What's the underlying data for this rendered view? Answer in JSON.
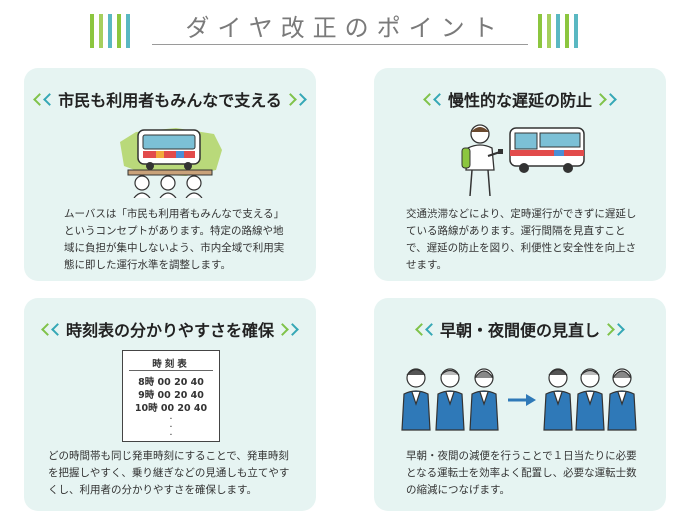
{
  "header": {
    "title": "ダイヤ改正のポイント",
    "stripe_colors": [
      "#8cc63f",
      "#a6cf5e",
      "#5ab8c2",
      "#8cc63f",
      "#5ab8c2"
    ]
  },
  "colors": {
    "card_bg": "#e6f4f2",
    "chevron_green": "#7fc34a",
    "chevron_teal": "#35a8b6",
    "accent_blue": "#2f79b8"
  },
  "cards": [
    {
      "title": "市民も利用者もみんなで支える",
      "body": "ムーバスは「市民も利用者もみんなで支える」というコンセプトがあります。特定の路線や地域に負担が集中しないよう、市内全域で利用実態に即した運行水準を調整します。",
      "icon": "bus-supported-by-people-icon"
    },
    {
      "title": "慢性的な遅延の防止",
      "body": "交通渋滞などにより、定時運行ができずに遅延している路線があります。運行間隔を見直すことで、遅延の防止を図り、利便性と安全性を向上させます。",
      "icon": "person-checking-watch-bus-icon"
    },
    {
      "title": "時刻表の分かりやすさを確保",
      "body": "どの時間帯も同じ発車時刻にすることで、発車時刻を把握しやすく、乗り継ぎなどの見通しも立てやすくし、利用者の分かりやすさを確保します。",
      "icon": "timetable-icon",
      "timetable": {
        "heading": "時刻表",
        "rows": [
          "8時 00 20 40",
          "9時 00 20 40",
          "10時 00 20 40"
        ]
      }
    },
    {
      "title": "早朝・夜間便の見直し",
      "body": "早朝・夜間の減便を行うことで１日当たりに必要となる運転士を効率よく配置し、必要な運転士数の縮減につなげます。",
      "icon": "drivers-reduction-icon"
    }
  ]
}
